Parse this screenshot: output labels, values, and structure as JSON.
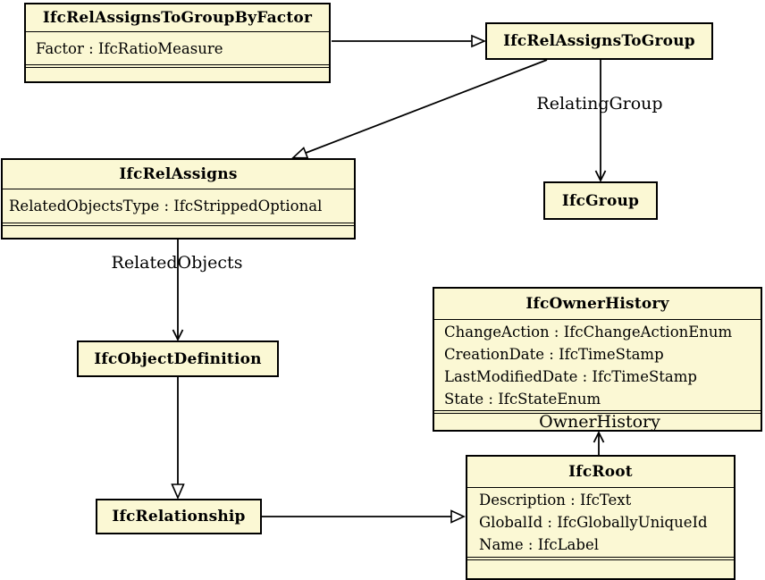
{
  "classes": [
    {
      "name": "IfcRelAssignsToGroupByFactor",
      "attributes": [
        "Factor : IfcRatioMeasure"
      ]
    },
    {
      "name": "IfcRelAssignsToGroup",
      "attributes": []
    },
    {
      "name": "IfcRelAssigns",
      "attributes": [
        "RelatedObjectsType : IfcStrippedOptional"
      ]
    },
    {
      "name": "IfcGroup",
      "attributes": []
    },
    {
      "name": "IfcOwnerHistory",
      "attributes": [
        "ChangeAction : IfcChangeActionEnum",
        "CreationDate : IfcTimeStamp",
        "LastModifiedDate : IfcTimeStamp",
        "State : IfcStateEnum"
      ]
    },
    {
      "name": "IfcObjectDefinition",
      "attributes": []
    },
    {
      "name": "IfcRoot",
      "attributes": [
        "Description : IfcText",
        "GlobalId : IfcGloballyUniqueId",
        "Name : IfcLabel"
      ]
    },
    {
      "name": "IfcRelationship",
      "attributes": []
    }
  ],
  "edge_labels": {
    "relating_group": "RelatingGroup",
    "related_objects": "RelatedObjects",
    "owner_history": "OwnerHistory"
  },
  "colors": {
    "box_fill": "#FBF8D4",
    "box_border": "#000000",
    "line": "#000000",
    "background": "#FFFFFF"
  }
}
